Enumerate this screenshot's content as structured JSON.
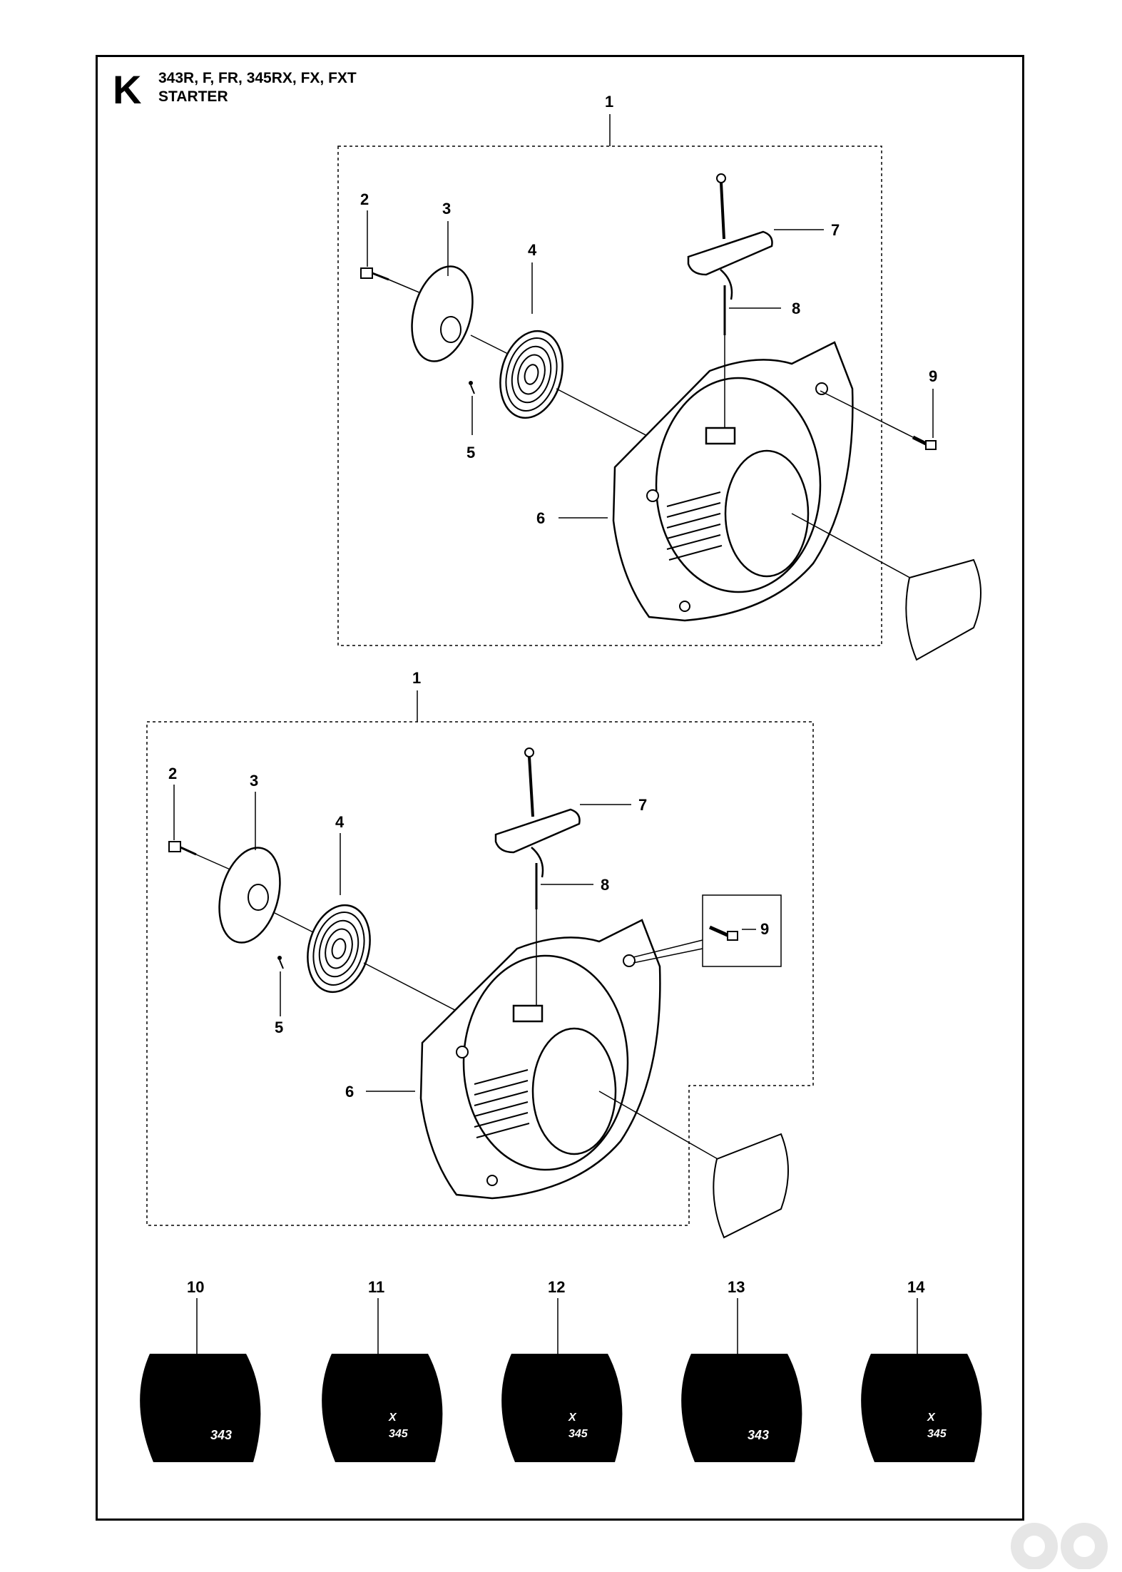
{
  "header": {
    "section_letter": "K",
    "models": "343R, F, FR, 345RX, FX, FXT",
    "assembly": "STARTER"
  },
  "callouts": {
    "top": [
      "1",
      "2",
      "3",
      "4",
      "5",
      "6",
      "7",
      "8",
      "9"
    ],
    "middle": [
      "1",
      "2",
      "3",
      "4",
      "5",
      "6",
      "7",
      "8",
      "9"
    ],
    "decals": [
      "10",
      "11",
      "12",
      "13",
      "14"
    ]
  },
  "decal_texts": {
    "d10": "343",
    "d11_top": "X",
    "d11_bottom": "345",
    "d12_top": "X",
    "d12_bottom": "345",
    "d13": "343",
    "d14_top": "X",
    "d14_bottom": "345"
  },
  "colors": {
    "ink": "#000000",
    "paper": "#ffffff",
    "watermark": "#e6e6e6"
  }
}
